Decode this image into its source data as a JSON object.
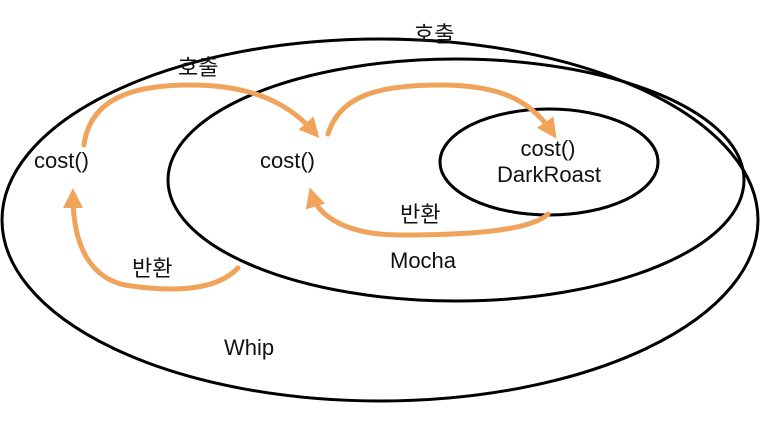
{
  "colors": {
    "ring": "#000000",
    "arrow": "#F0A35A",
    "text": "#111111"
  },
  "layers": {
    "outer": {
      "name": "Whip",
      "method": "cost()"
    },
    "middle": {
      "name": "Mocha",
      "method": "cost()"
    },
    "inner": {
      "name": "DarkRoast",
      "method": "cost()"
    }
  },
  "arrows": {
    "call_label": "호출",
    "return_label": "반환"
  }
}
